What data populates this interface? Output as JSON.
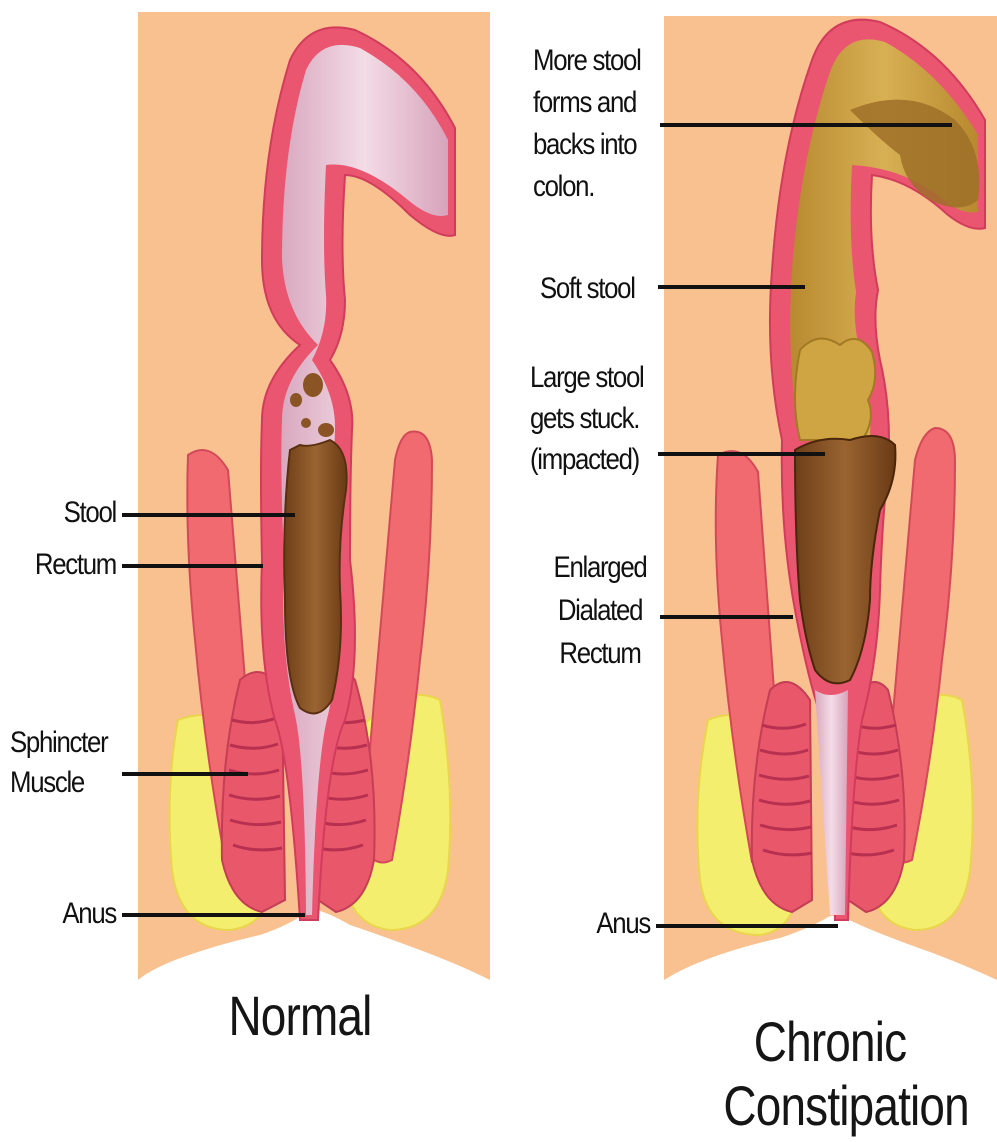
{
  "normal": {
    "title": "Normal",
    "labels": {
      "stool": "Stool",
      "rectum": "Rectum",
      "sphincter": "Sphincter\nMuscle",
      "anus": "Anus"
    }
  },
  "constipation": {
    "title": "Chronic\nConstipation",
    "labels": {
      "more_stool": "More stool\nforms and\nbacks into\ncolon.",
      "soft_stool": "Soft stool",
      "large_stool": "Large stool\ngets stuck.\n(impacted)",
      "enlarged": "Enlarged\nDialated\nRectum",
      "anus": "Anus"
    }
  },
  "colors": {
    "background": "#f8c18f",
    "tissue": "#f06a6f",
    "wall": "#e8506a",
    "lumen": "#eac3d4",
    "fat": "#f4ee6e",
    "stool_dark": "#8a5424",
    "stool_soft": "#c99a3c"
  }
}
